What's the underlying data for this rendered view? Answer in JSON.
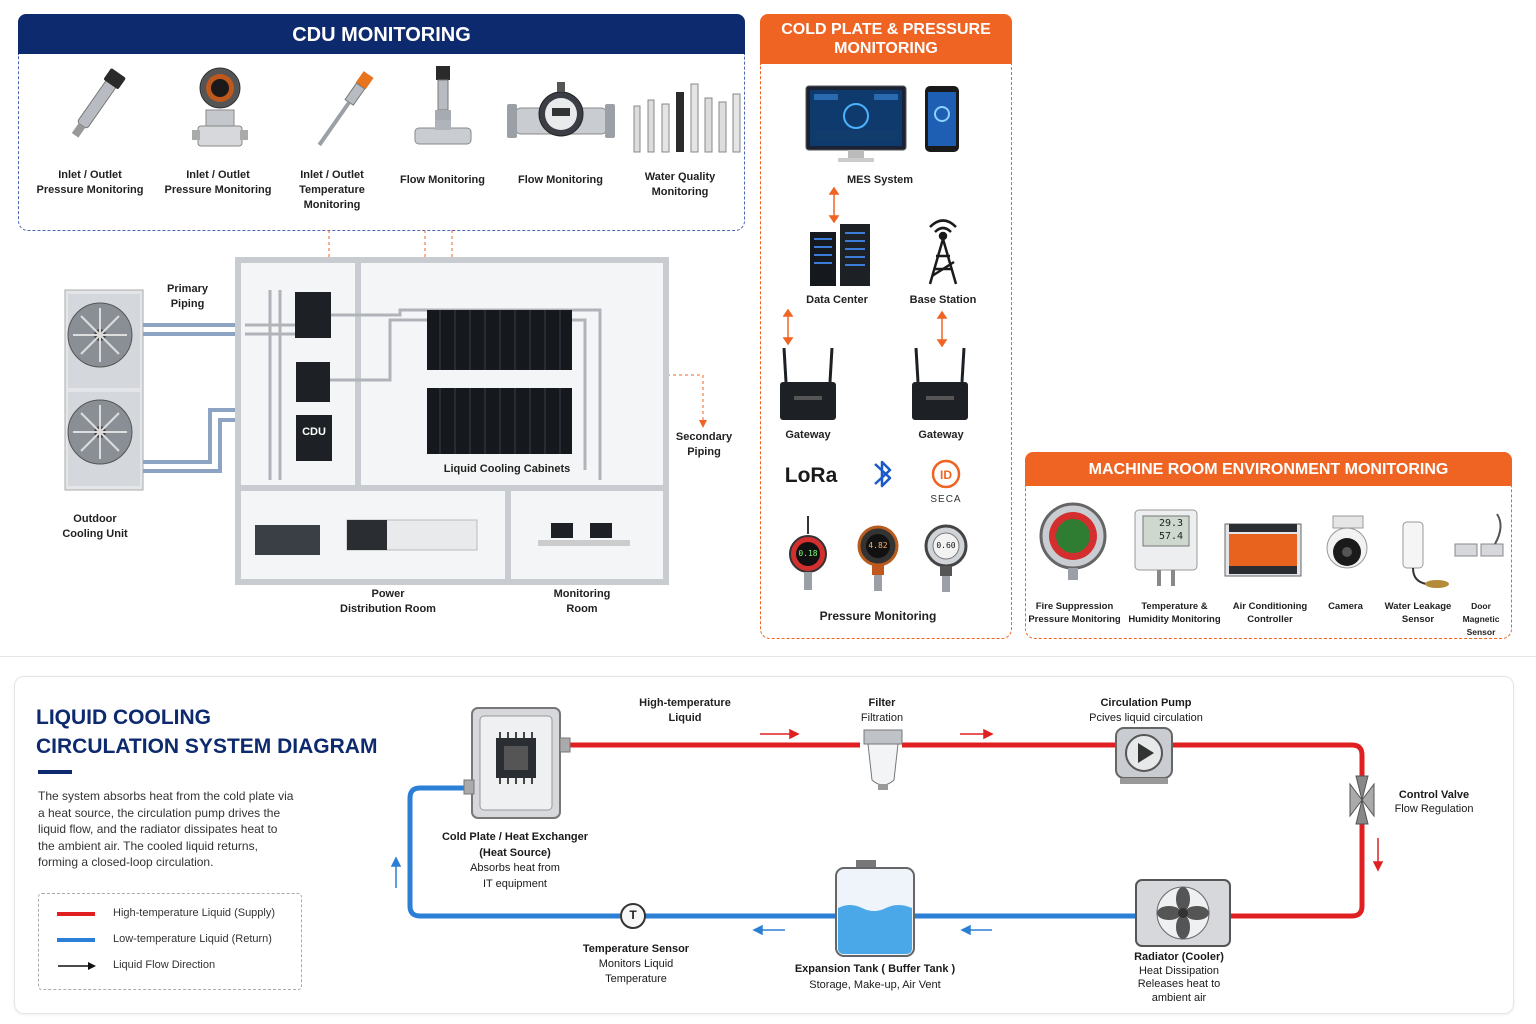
{
  "cdu": {
    "title": "CDU MONITORING",
    "items": [
      {
        "line1": "Inlet / Outlet",
        "line2": "Pressure Monitoring",
        "line3": ""
      },
      {
        "line1": "Inlet / Outlet",
        "line2": "Pressure Monitoring",
        "line3": ""
      },
      {
        "line1": "Inlet / Outlet",
        "line2": "Temperature",
        "line3": "Monitoring"
      },
      {
        "line1": "Flow Monitoring",
        "line2": "",
        "line3": ""
      },
      {
        "line1": "Flow Monitoring",
        "line2": "",
        "line3": ""
      },
      {
        "line1": "Water Quality",
        "line2": "Monitoring",
        "line3": ""
      }
    ]
  },
  "cold_plate": {
    "title_line1": "COLD PLATE & PRESSURE",
    "title_line2": "MONITORING",
    "mes": "MES System",
    "data_center": "Data Center",
    "base_station": "Base Station",
    "gateway_left": "Gateway",
    "gateway_right": "Gateway",
    "lora": "LoRa",
    "seca": "SECA",
    "pressure": "Pressure Monitoring",
    "gauge_readings": [
      "0.18",
      "4.82",
      "0.60"
    ]
  },
  "machine_room": {
    "title": "MACHINE ROOM ENVIRONMENT MONITORING",
    "items": [
      {
        "line1": "Fire Suppression",
        "line2": "Pressure Monitoring"
      },
      {
        "line1": "Temperature &",
        "line2": "Humidity Monitoring"
      },
      {
        "line1": "Air Conditioning",
        "line2": "Controller"
      },
      {
        "line1": "Camera",
        "line2": ""
      },
      {
        "line1": "Water Leakage",
        "line2": "Sensor"
      },
      {
        "line1": "Door Magnetic",
        "line2": "Sensor"
      }
    ],
    "th_readings": [
      "29.3",
      "57.4"
    ]
  },
  "facility": {
    "primary_piping_1": "Primary",
    "primary_piping_2": "Piping",
    "outdoor_1": "Outdoor",
    "outdoor_2": "Cooling Unit",
    "cdu_label": "CDU",
    "cabinets": "Liquid Cooling Cabinets",
    "secondary_1": "Secondary",
    "secondary_2": "Piping",
    "power_1": "Power",
    "power_2": "Distribution Room",
    "monitoring_1": "Monitoring",
    "monitoring_2": "Room"
  },
  "circulation": {
    "title_line1": "LIQUID COOLING",
    "title_line2": "CIRCULATION SYSTEM DIAGRAM",
    "description": [
      "The system absorbs heat from the cold plate via",
      "a heat source, the circulation pump drives the",
      "liquid flow, and the radiator dissipates heat to",
      "the ambient air. The cooled liquid returns,",
      "forming a closed-loop circulation."
    ],
    "legend": {
      "supply": "High-temperature Liquid (Supply)",
      "return": "Low-temperature Liquid (Return)",
      "direction": "Liquid Flow Direction"
    },
    "hot_liquid_1": "High-temperature",
    "hot_liquid_2": "Liquid",
    "filter_1": "Filter",
    "filter_2": "Filtration",
    "pump_1": "Circulation Pump",
    "pump_2": "Pcives liquid circulation",
    "valve_1": "Control Valve",
    "valve_2": "Flow Regulation",
    "cold_plate_1": "Cold Plate / Heat Exchanger",
    "cold_plate_2": "(Heat Source)",
    "cold_plate_3": "Absorbs heat from",
    "cold_plate_4": "IT equipment",
    "temp_sensor_symbol": "T",
    "temp_sensor_1": "Temperature Sensor",
    "temp_sensor_2": "Monitors Liquid",
    "temp_sensor_3": "Temperature",
    "tank_1": "Expansion Tank ( Buffer Tank )",
    "tank_2": "Storage, Make-up, Air Vent",
    "radiator_1": "Radiator (Cooler)",
    "radiator_2": "Heat Dissipation",
    "radiator_3": "Releases heat to",
    "radiator_4": "ambient air"
  },
  "colors": {
    "navy": "#0d2a6e",
    "orange": "#ef6423",
    "hot": "#e02020",
    "cold": "#2b7fd4"
  }
}
